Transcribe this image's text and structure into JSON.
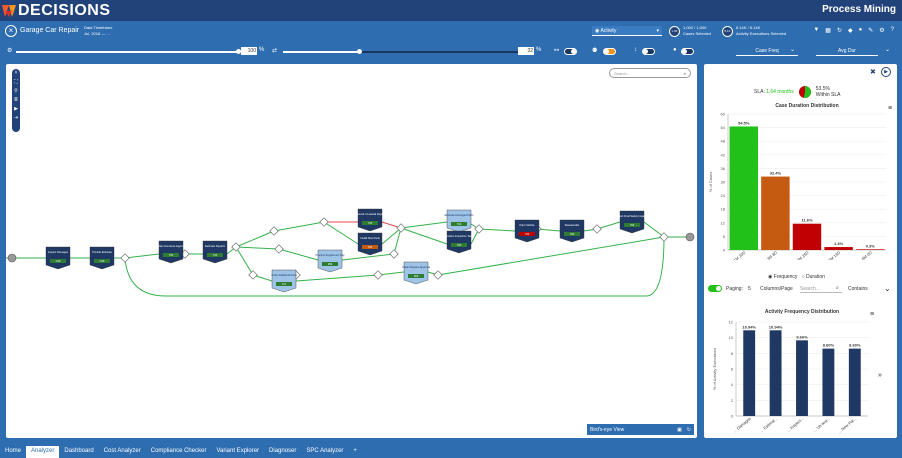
{
  "brand": {
    "name": "DECISIONS",
    "app_title": "Process Mining"
  },
  "context": {
    "process_name": "Garage Car Repair",
    "timeframe_label": "Data Timeframe",
    "timeframe_value": "Jul, 2018 — ...",
    "activity_select": "Activity",
    "cases_value": "1,000 / 1,000",
    "cases_label": "Cases Selected",
    "cases_badge": "1.0K",
    "activity_value": "8.14K / 8.14K",
    "activity_label": "Activity Executions Selected",
    "activity_badge": "8.1K"
  },
  "filters": {
    "slider1_pct": "100",
    "slider1_value": 1.0,
    "slider2_pct": "32",
    "slider2_value": 0.32,
    "pct_sign": "%",
    "case_freq": "Case Freq",
    "avg_dur": "Avg Dur"
  },
  "canvas": {
    "search_placeholder": "Search...",
    "birds_eye": "Bird's-eye View"
  },
  "side": {
    "sla_label": "SLA:",
    "sla_value": "1.64 months",
    "within_pct": "53.5%",
    "within_label": "Within SLA",
    "frequency": "Frequency",
    "duration": "Duration",
    "paging_label": "Paging:",
    "paging_value": "5",
    "columns_page": "Columns/Page",
    "search_placeholder": "Search...",
    "contains": "Contains",
    "colors": {
      "green": "#22c11a",
      "orange": "#c55a11",
      "red": "#c00000",
      "navy": "#1f3864"
    }
  },
  "chart_data": [
    {
      "type": "bar",
      "title": "Case Duration Distribution",
      "ylabel": "% of Cases",
      "categories": [
        "Up to 1M 20D",
        "Up to 3M 8D",
        "Up to 4M 25D",
        "Up to 6M 13D",
        "Up to 8M 0D"
      ],
      "values": [
        54.5,
        32.4,
        11.6,
        1.3,
        0.3
      ],
      "value_labels": [
        "54.5%",
        "32.4%",
        "11.6%",
        "1.3%",
        "0.3%"
      ],
      "colors": [
        "#22c11a",
        "#c55a11",
        "#c00000",
        "#c00000",
        "#c00000"
      ],
      "ylim": [
        0,
        60
      ],
      "yticks": [
        0,
        6,
        12,
        18,
        24,
        30,
        36,
        42,
        48,
        54,
        60
      ]
    },
    {
      "type": "bar",
      "title": "Activity Frequency Distribution",
      "ylabel": "% of Activity Executions",
      "categories": [
        "... Damages",
        "... Estimat...",
        "... Inspect...",
        "... Un-test...",
        "... New Par..."
      ],
      "values": [
        10.94,
        10.94,
        9.66,
        8.6,
        8.6
      ],
      "value_labels": [
        "10.94%",
        "10.94%",
        "9.66%",
        "8.60%",
        "8.60%"
      ],
      "colors": [
        "#1f3864",
        "#1f3864",
        "#1f3864",
        "#1f3864",
        "#1f3864"
      ],
      "ylim": [
        0,
        12
      ],
      "yticks": [
        0,
        2,
        4,
        6,
        8,
        10,
        12
      ]
    }
  ],
  "tabs": [
    "Home",
    "Analyzer",
    "Dashboard",
    "Cost Analyzer",
    "Compliance Checker",
    "Variant Explorer",
    "Diagnoser",
    "SPC Analyzer",
    "+"
  ],
  "active_tab": 1,
  "process_nodes": [
    {
      "label": "Inspect Damages",
      "sub": "1.0K"
    },
    {
      "label": "Provide Estimate",
      "sub": "1.0K"
    },
    {
      "label": "Obtain Insurance Approval",
      "sub": "734"
    },
    {
      "label": "Estimate Repairs",
      "sub": "734"
    },
    {
      "label": "Consult Un-tested Repair",
      "sub": "710"
    },
    {
      "label": "Install New Parts",
      "sub": "700"
    },
    {
      "label": "Order Additional Parts",
      "sub": "271"
    },
    {
      "label": "Process Supplement Pay",
      "sub": "256"
    },
    {
      "label": "Obtain Repairs Approval",
      "sub": "263"
    },
    {
      "label": "Estimate Damaged Parts",
      "sub": "710"
    },
    {
      "label": "Conduct Inspection Tests",
      "sub": "700"
    },
    {
      "label": "Paint Vehicle",
      "sub": "700"
    },
    {
      "label": "Reassemble",
      "sub": "700"
    },
    {
      "label": "Conduct Final Safety Inspection",
      "sub": "734"
    }
  ]
}
